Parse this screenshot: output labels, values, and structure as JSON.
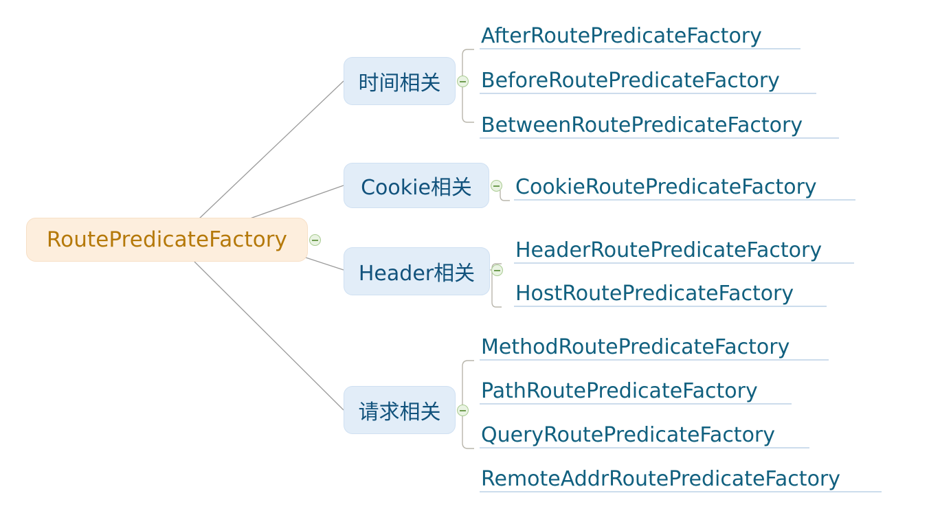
{
  "diagram": {
    "type": "mind-map",
    "title": "RoutePredicateFactory",
    "background": "#ffffff",
    "colors": {
      "root_fill": "#fdeedd",
      "root_border": "#f7dfc6",
      "root_text": "#b5790a",
      "branch_fill": "#e2edf8",
      "branch_border": "#cfe0f2",
      "branch_text": "#11527c",
      "leaf_text": "#11607f",
      "leaf_underline": "#ccdcec",
      "connector_line": "#9a9a9a",
      "bracket_line": "#b8b5ab",
      "toggle_fill": "#e9f3e2",
      "toggle_border": "#a9cb91",
      "toggle_glyph": "#6f9d51"
    }
  },
  "root": {
    "label": "RoutePredicateFactory",
    "toggle": "collapse-minus-icon"
  },
  "branches": [
    {
      "label": "时间相关",
      "toggle": "collapse-minus-icon",
      "leaves": [
        {
          "label": "AfterRoutePredicateFactory"
        },
        {
          "label": "BeforeRoutePredicateFactory"
        },
        {
          "label": "BetweenRoutePredicateFactory"
        }
      ]
    },
    {
      "label": "Cookie相关",
      "toggle": "collapse-minus-icon",
      "leaves": [
        {
          "label": "CookieRoutePredicateFactory"
        }
      ]
    },
    {
      "label": "Header相关",
      "toggle": "collapse-minus-icon",
      "leaves": [
        {
          "label": "HeaderRoutePredicateFactory"
        },
        {
          "label": "HostRoutePredicateFactory"
        }
      ]
    },
    {
      "label": "请求相关",
      "toggle": "collapse-minus-icon",
      "leaves": [
        {
          "label": "MethodRoutePredicateFactory"
        },
        {
          "label": "PathRoutePredicateFactory"
        },
        {
          "label": "QueryRoutePredicateFactory"
        },
        {
          "label": "RemoteAddrRoutePredicateFactory"
        }
      ]
    }
  ]
}
